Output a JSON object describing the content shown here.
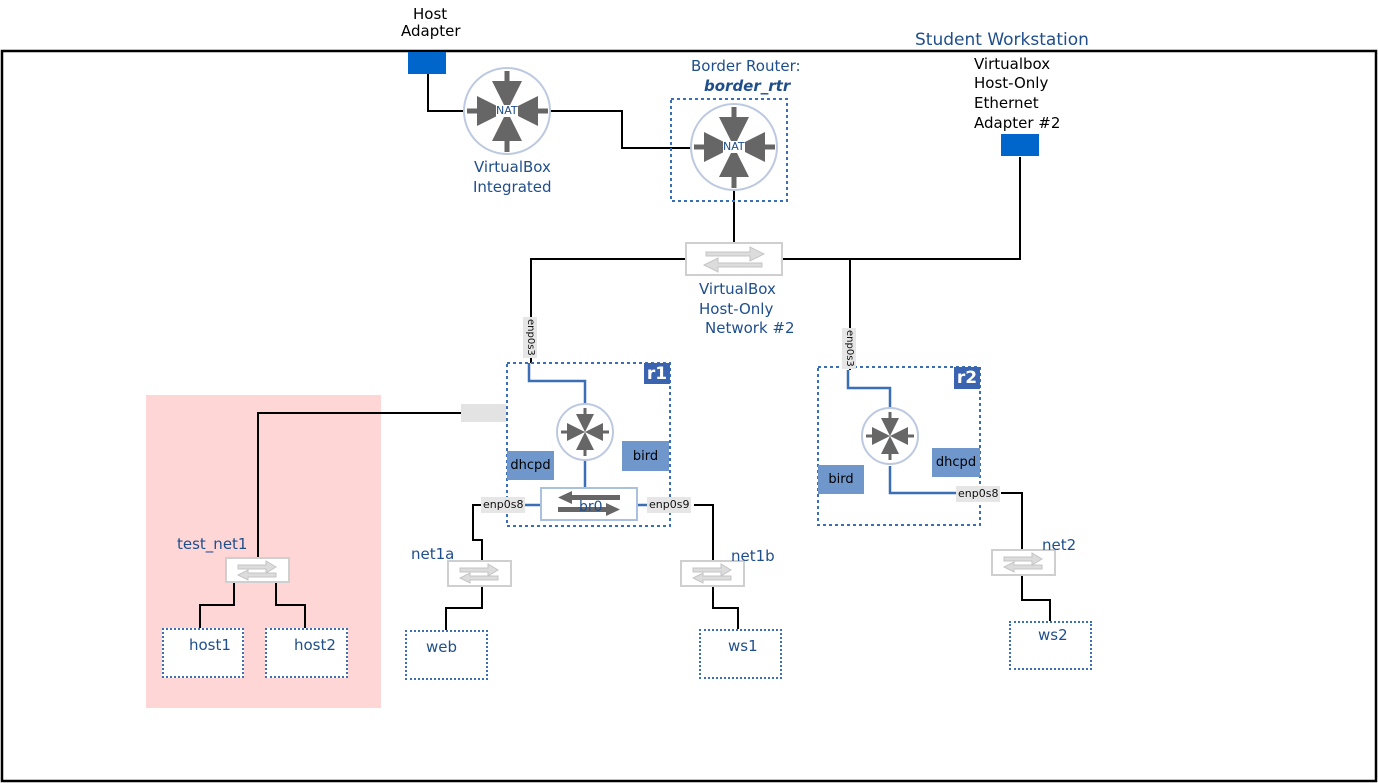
{
  "workstation": {
    "title": "Student Workstation"
  },
  "host_adapter": {
    "line1": "Host",
    "line2": "Adapter"
  },
  "vbox_nat": {
    "nat_label": "NAT",
    "line1": "VirtualBox",
    "line2": "Integrated"
  },
  "border_router": {
    "line1": "Border Router:",
    "name": "border_rtr",
    "nat_label": "NAT"
  },
  "hostonly_adapter": {
    "line1": "Virtualbox",
    "line2": "Host-Only",
    "line3": "Ethernet",
    "line4": "Adapter #2"
  },
  "hostonly_network": {
    "line1": "VirtualBox",
    "line2": "Host-Only",
    "line3": "Network #2"
  },
  "r1": {
    "badge": "r1",
    "iface_uplink": "enp0s3",
    "iface_left": "enp0s8",
    "iface_right": "enp0s9",
    "service_dhcpd": "dhcpd",
    "service_bird": "bird",
    "bridge": "br0"
  },
  "r2": {
    "badge": "r2",
    "iface_uplink": "enp0s3",
    "iface_down": "enp0s8",
    "service_bird": "bird",
    "service_dhcpd": "dhcpd"
  },
  "test_net": {
    "switch_label": "test_net1",
    "host1": "host1",
    "host2": "host2"
  },
  "net1a": {
    "switch_label": "net1a",
    "host": "web"
  },
  "net1b": {
    "switch_label": "net1b",
    "host": "ws1"
  },
  "net2": {
    "switch_label": "net2",
    "host": "ws2"
  },
  "colors": {
    "label_blue": "#1f4e8c",
    "adapter_blue": "#0066cc",
    "router_line_blue": "#3a6fb5",
    "service_blue": "#6f97cc",
    "badge_blue": "#3a63b0",
    "test_zone_pink": "#ffd6d6"
  }
}
